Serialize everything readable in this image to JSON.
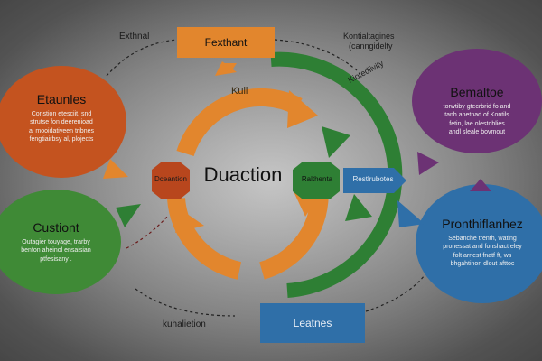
{
  "center": {
    "title": "Duaction"
  },
  "top_box": {
    "label": "Fexthant"
  },
  "bottom_box": {
    "label": "Leatnes"
  },
  "corner_labels": {
    "top_left": "Exthnal",
    "top_right_1": "Kontialtagines",
    "top_right_2": "(canngidelty",
    "bottom_left": "kuhalietion"
  },
  "arrow_labels": {
    "orange_top": "Kull",
    "right_mid": "Kiotedlivity"
  },
  "hexagons": {
    "left": "Dceantion",
    "right": "Ralthenta",
    "right_arrow": "Restlrubotes"
  },
  "blobs": {
    "top_left": {
      "title": "Etaunles",
      "lines": [
        "Constion etesciit, snd",
        "strutse fon deerenioad",
        "al mooidatiyeen tribnes",
        "fengtiairbsy al, plojects"
      ],
      "color": "#c4531f"
    },
    "bottom_left": {
      "title": "Custiont",
      "lines": [
        "Outagier touyage, trarby",
        "benfon aheinol ensaisian",
        "ptfesisany ."
      ],
      "color": "#3f8a36"
    },
    "top_right": {
      "title": "Bemaltoe",
      "lines": [
        "torwtiby gtecrbrid fo and",
        "tanh anetnad of Kontils",
        "fetin, lae olestoblies",
        "andl sleale bovmout"
      ],
      "color": "#6c3274"
    },
    "bottom_right": {
      "title": "Pronthiflanhez",
      "lines": [
        "Sebanche trenth, wating",
        "pronessat and fonshact eley",
        "folt arnest fnatf ft, ws",
        "bhgahtinon dlout afttoc"
      ],
      "color": "#2f6fa8"
    }
  },
  "colors": {
    "orange": "#e2862d",
    "green": "#2e7f34",
    "purple": "#6c3274",
    "blue": "#2f6fa8",
    "hex_brown": "#b8461d"
  }
}
